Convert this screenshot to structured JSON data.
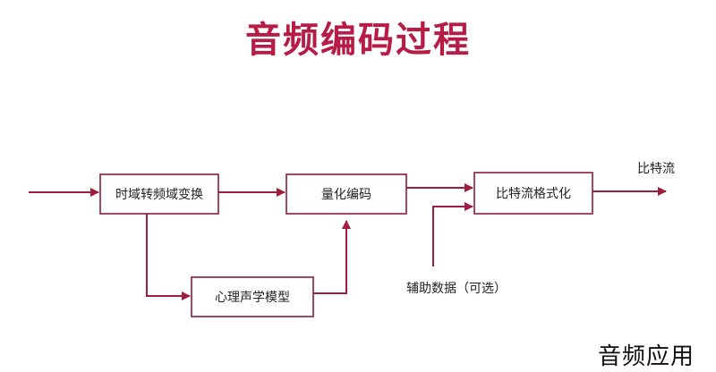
{
  "title": "音频编码过程",
  "nodes": {
    "time_freq": "时域转频域变换",
    "quantize": "量化编码",
    "bitstream_format": "比特流格式化",
    "psycho": "心理声学模型"
  },
  "labels": {
    "output": "比特流",
    "aux": "辅助数据（可选）"
  },
  "watermark": "音频应用",
  "colors": {
    "title": "#b71c46",
    "arrow": "#a01d3e",
    "box_border": "#8b1a3a"
  }
}
